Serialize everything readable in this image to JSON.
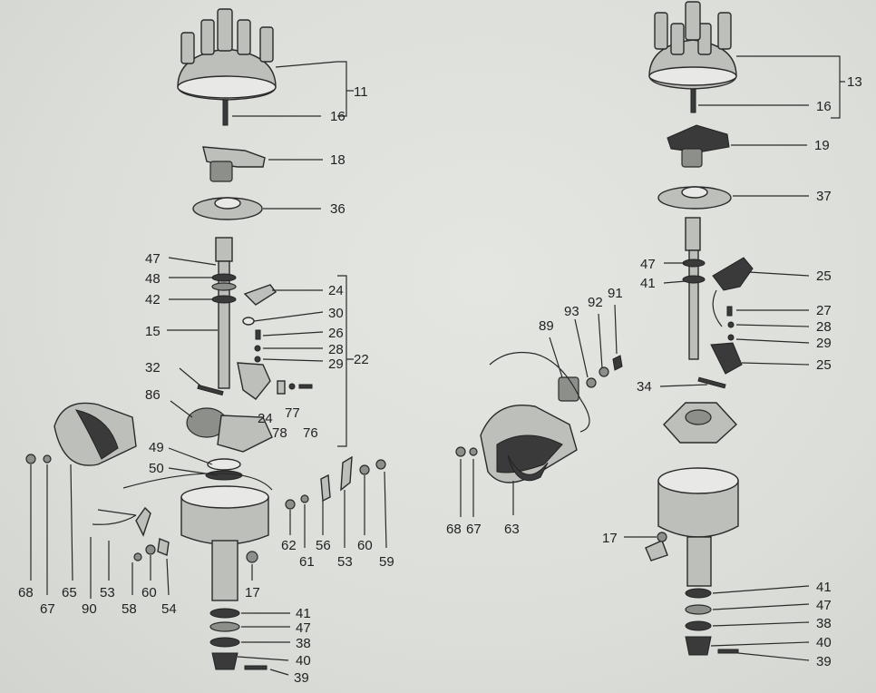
{
  "left_assembly": {
    "labels": [
      "11",
      "16",
      "18",
      "36",
      "47",
      "48",
      "42",
      "15",
      "24",
      "30",
      "26",
      "28",
      "29",
      "22",
      "32",
      "86",
      "24",
      "77",
      "78",
      "76",
      "49",
      "50",
      "68",
      "67",
      "65",
      "90",
      "53",
      "58",
      "60",
      "54",
      "17",
      "62",
      "61",
      "56",
      "53",
      "60",
      "59",
      "41",
      "47",
      "38",
      "40",
      "39"
    ]
  },
  "right_assembly": {
    "labels": [
      "13",
      "16",
      "19",
      "37",
      "47",
      "41",
      "25",
      "27",
      "28",
      "29",
      "25",
      "34",
      "89",
      "93",
      "92",
      "91",
      "68",
      "67",
      "63",
      "17",
      "41",
      "47",
      "38",
      "40",
      "39"
    ]
  }
}
